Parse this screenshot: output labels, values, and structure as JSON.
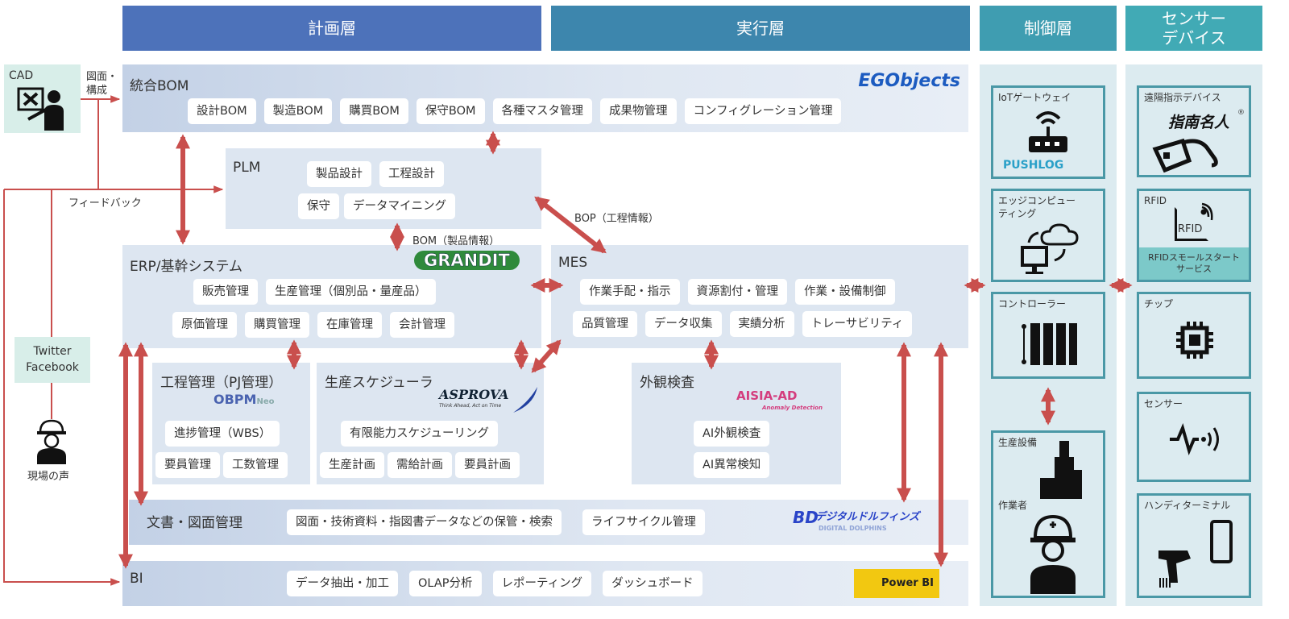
{
  "headers": {
    "plan": "計画層",
    "exec": "実行層",
    "control": "制御層",
    "sensor": "センサー\nデバイス"
  },
  "cad": {
    "label": "CAD",
    "arrow_label": "図面・\n構成"
  },
  "feedback": "フィードバック",
  "social": "Twitter\nFacebook",
  "voice": "現場の声",
  "bom": {
    "title": "統合BOM",
    "logo": "EGObjects",
    "items": [
      "設計BOM",
      "製造BOM",
      "購買BOM",
      "保守BOM",
      "各種マスタ管理",
      "成果物管理",
      "コンフィグレーション管理"
    ]
  },
  "plm": {
    "title": "PLM",
    "row1": [
      "製品設計",
      "工程設計"
    ],
    "row2": [
      "保守",
      "データマイニング"
    ]
  },
  "bom_link": "BOM（製品情報）",
  "bop_link": "BOP（工程情報）",
  "erp": {
    "title": "ERP/基幹システム",
    "logo": "GRANDIT",
    "row1": [
      "販売管理",
      "生産管理（個別品・量産品）"
    ],
    "row2": [
      "原価管理",
      "購買管理",
      "在庫管理",
      "会計管理"
    ]
  },
  "mes": {
    "title": "MES",
    "row1": [
      "作業手配・指示",
      "資源割付・管理",
      "作業・設備制御"
    ],
    "row2": [
      "品質管理",
      "データ収集",
      "実績分析",
      "トレーサビリティ"
    ]
  },
  "pj": {
    "title": "工程管理（PJ管理）",
    "logo": "OBPM",
    "logo_sub": "Neo",
    "row1": [
      "進捗管理（WBS）"
    ],
    "row2": [
      "要員管理",
      "工数管理"
    ]
  },
  "sched": {
    "title": "生産スケジューラ",
    "logo": "ASPROVA",
    "logo_tag": "Think Ahead, Act on Time",
    "row1": [
      "有限能力スケジューリング"
    ],
    "row2": [
      "生産計画",
      "需給計画",
      "要員計画"
    ]
  },
  "insp": {
    "title": "外観検査",
    "logo": "AISIA-AD",
    "logo_sub": "Anomaly Detection",
    "items": [
      "AI外観検査",
      "AI異常検知"
    ]
  },
  "docs": {
    "title": "文書・図面管理",
    "items": [
      "図面・技術資料・指図書データなどの保管・検索",
      "ライフサイクル管理"
    ],
    "logo": "デジタルドルフィンズ",
    "logo_sub": "DIGITAL DOLPHINS"
  },
  "bi": {
    "title": "BI",
    "items": [
      "データ抽出・加工",
      "OLAP分析",
      "レポーティング",
      "ダッシュボード"
    ],
    "logo": "Power BI"
  },
  "control": [
    {
      "label": "IoTゲートウェイ",
      "brand": "PUSHLOG"
    },
    {
      "label": "エッジコンピュー\nティング"
    },
    {
      "label": "コントローラー"
    },
    {
      "label": "生産設備",
      "label2": "作業者"
    }
  ],
  "sensor": [
    {
      "label": "遠隔指示デバイス",
      "brand": "指南名人",
      "mark": "®"
    },
    {
      "label": "RFID",
      "tag": "RFID",
      "service": "RFIDスモールスタート\nサービス"
    },
    {
      "label": "チップ"
    },
    {
      "label": "センサー"
    },
    {
      "label": "ハンディターミナル"
    }
  ],
  "colors": {
    "arrow": "#c94f4d",
    "plan": "#4d72ba",
    "exec": "#3d86ad",
    "control": "#3f9db1",
    "sensor": "#41aab5"
  }
}
